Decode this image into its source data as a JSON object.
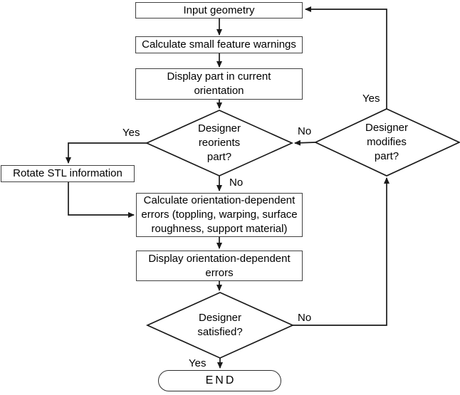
{
  "diagram": {
    "type": "flowchart",
    "title": ""
  },
  "nodes": {
    "input_geometry": {
      "type": "process",
      "label": "Input geometry"
    },
    "calc_small_features": {
      "type": "process",
      "label": "Calculate small feature warnings"
    },
    "display_part": {
      "type": "process",
      "label": "Display part in current\norientation"
    },
    "designer_reorients": {
      "type": "decision",
      "label": "Designer\nreorients\npart?"
    },
    "rotate_stl": {
      "type": "process",
      "label": "Rotate STL information"
    },
    "calc_orientation_errors": {
      "type": "process",
      "label": "Calculate orientation-dependent\nerrors (toppling, warping, surface\nroughness, support material)"
    },
    "display_orientation_errors": {
      "type": "process",
      "label": "Display orientation-dependent\nerrors"
    },
    "designer_satisfied": {
      "type": "decision",
      "label": "Designer\nsatisfied?"
    },
    "designer_modifies": {
      "type": "decision",
      "label": "Designer\nmodifies\npart?"
    },
    "end": {
      "type": "terminator",
      "label": "END"
    }
  },
  "edges": [
    {
      "from": "input_geometry",
      "to": "calc_small_features",
      "label": ""
    },
    {
      "from": "calc_small_features",
      "to": "display_part",
      "label": ""
    },
    {
      "from": "display_part",
      "to": "designer_reorients",
      "label": ""
    },
    {
      "from": "designer_reorients",
      "to": "rotate_stl",
      "label": "Yes"
    },
    {
      "from": "rotate_stl",
      "to": "calc_orientation_errors",
      "label": ""
    },
    {
      "from": "designer_reorients",
      "to": "calc_orientation_errors",
      "label": "No"
    },
    {
      "from": "calc_orientation_errors",
      "to": "display_orientation_errors",
      "label": ""
    },
    {
      "from": "display_orientation_errors",
      "to": "designer_satisfied",
      "label": ""
    },
    {
      "from": "designer_satisfied",
      "to": "end",
      "label": "Yes"
    },
    {
      "from": "designer_satisfied",
      "to": "designer_modifies",
      "label": "No"
    },
    {
      "from": "designer_modifies",
      "to": "input_geometry",
      "label": "Yes"
    },
    {
      "from": "designer_modifies",
      "to": "designer_reorients",
      "label": "No"
    }
  ],
  "colors": {
    "line": "#1a1a1a",
    "box_border": "#424242",
    "text": "#000000",
    "background": "#ffffff"
  }
}
